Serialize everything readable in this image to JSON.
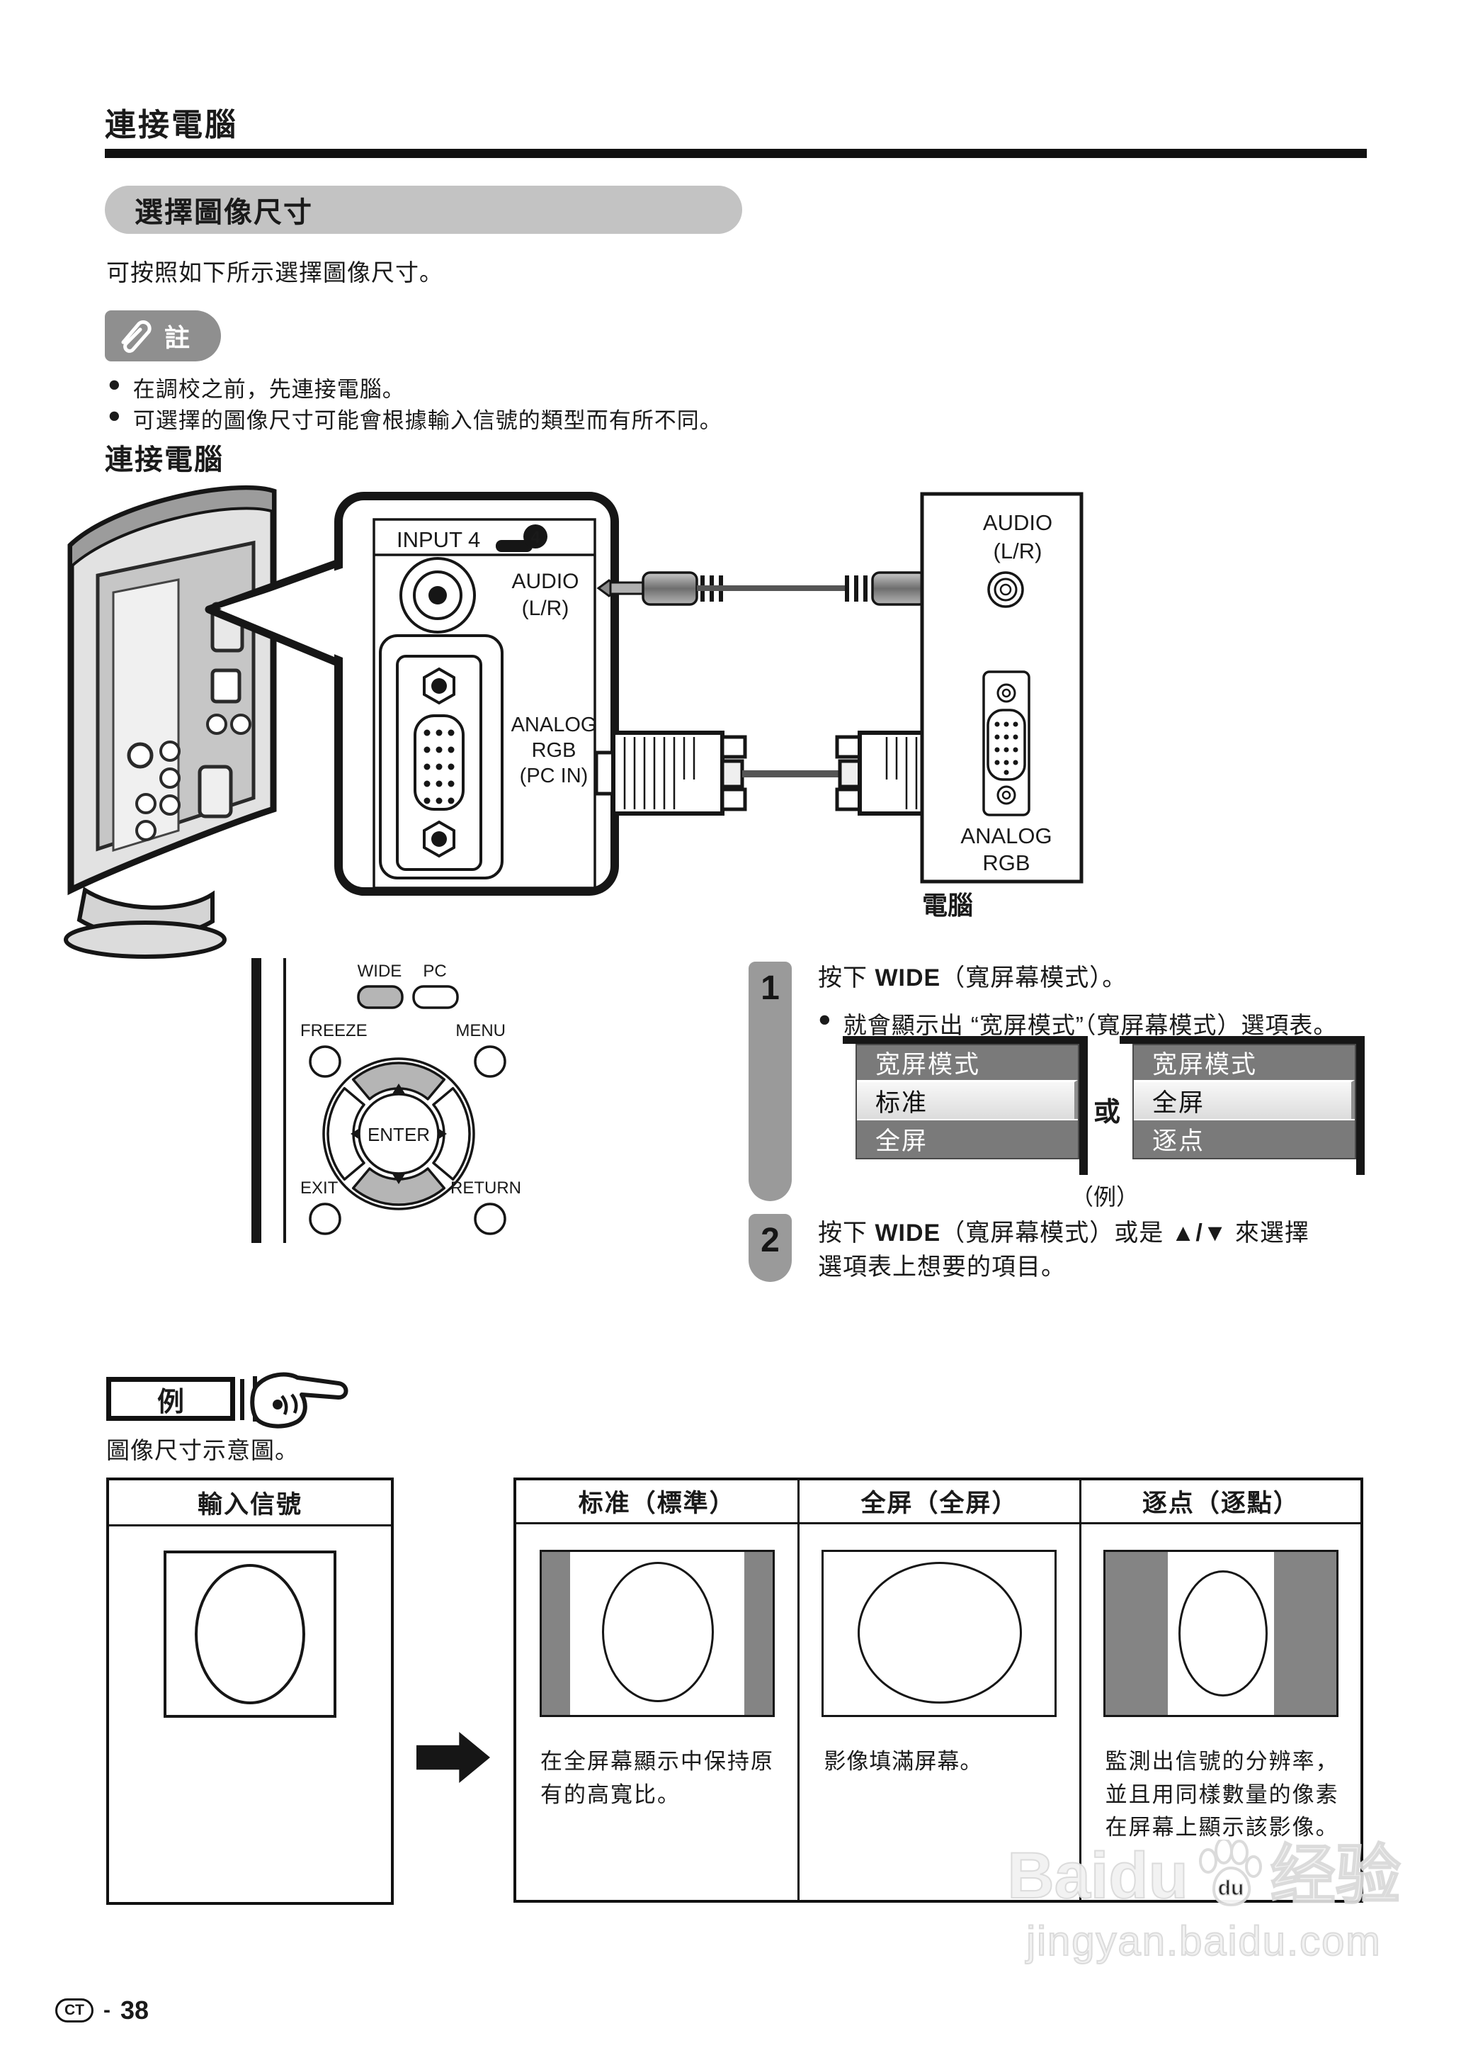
{
  "page": {
    "title": "連接電腦",
    "footer": {
      "badge": "CT",
      "sep": "-",
      "number": "38"
    }
  },
  "section": {
    "banner": "選擇圖像尺寸",
    "intro": "可按照如下所示選擇圖像尺寸。"
  },
  "note": {
    "label": "註",
    "items": [
      "在調校之前，先連接電腦。",
      "可選擇的圖像尺寸可能會根據輸入信號的類型而有所不同。"
    ]
  },
  "diagram": {
    "heading": "連接電腦",
    "tv_panel": {
      "input_label": "INPUT 4",
      "input_badge": "4",
      "audio": "AUDIO",
      "audio_lr": "(L/R)",
      "analog": "ANALOG",
      "rgb": "RGB",
      "pc_in": "(PC IN)"
    },
    "pc_panel": {
      "audio": "AUDIO",
      "audio_lr": "(L/R)",
      "analog": "ANALOG",
      "rgb": "RGB",
      "caption": "電腦"
    }
  },
  "remote": {
    "wide": "WIDE",
    "pc": "PC",
    "freeze": "FREEZE",
    "menu": "MENU",
    "enter": "ENTER",
    "exit": "EXIT",
    "return": "RETURN"
  },
  "steps": {
    "one": {
      "num": "1",
      "line_prefix": "按下 ",
      "line_key": "WIDE",
      "line_suffix": "（寬屏幕模式）。",
      "bullet": "就會顯示出 “宽屏模式”（寬屏幕模式）選項表。",
      "or": "或",
      "example": "（例）"
    },
    "two": {
      "num": "2",
      "seg1": "按下 ",
      "seg2": "WIDE",
      "seg3": "（寬屏幕模式）或是 ",
      "seg4": "▲/▼",
      "seg5": " 來選擇",
      "line2": "選項表上想要的項目。"
    }
  },
  "menus": {
    "left": {
      "header": "宽屏模式",
      "item1": "标准",
      "item2": "全屏"
    },
    "right": {
      "header": "宽屏模式",
      "item1": "全屏",
      "item2": "逐点"
    }
  },
  "example": {
    "label": "例",
    "caption": "圖像尺寸示意圖。"
  },
  "size_table": {
    "input_title": "輸入信號",
    "columns": [
      {
        "title": "标准（標準）",
        "desc": "在全屏幕顯示中保持原有的高寬比。"
      },
      {
        "title": "全屏（全屏）",
        "desc": "影像填滿屏幕。"
      },
      {
        "title": "逐点（逐點）",
        "desc": "監測出信號的分辨率，並且用同樣數量的像素在屏幕上顯示該影像。"
      }
    ]
  },
  "watermark": {
    "brand": "Baidu",
    "brand_cn": "经验",
    "url": "jingyan.baidu.com"
  },
  "colors": {
    "menu_gray": "#7a7a7a",
    "bar_gray": "#848484",
    "banner_gray": "#c3c3c3",
    "step_badge_gray": "#9a9a9a",
    "button_gray": "#b5b5b5"
  }
}
